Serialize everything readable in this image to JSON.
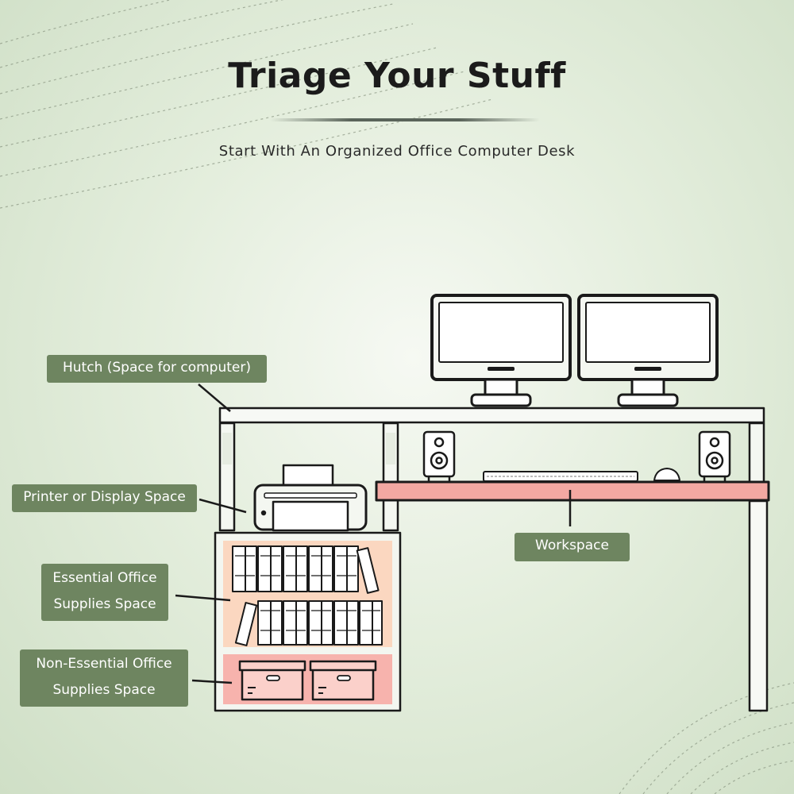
{
  "header": {
    "title": "Triage Your Stuff",
    "subtitle": "Start With An Organized Office Computer Desk"
  },
  "labels": {
    "hutch": "Hutch (Space for computer)",
    "printer": "Printer or Display Space",
    "essential_line1": "Essential Office",
    "essential_line2": "Supplies Space",
    "nonessential_line1": "Non-Essential Office",
    "nonessential_line2": "Supplies Space",
    "workspace": "Workspace"
  },
  "colors": {
    "label_bg": "#6e8560",
    "workspace_top": "#f3a8a2",
    "essential_shelf": "#fbd7c0",
    "nonessential_shelf": "#f7b3ad",
    "outline": "#1a1a1a"
  },
  "icons": [
    "monitor-icon",
    "speaker-icon",
    "keyboard-icon",
    "mouse-icon",
    "printer-icon",
    "book-icon",
    "storage-box-icon"
  ]
}
